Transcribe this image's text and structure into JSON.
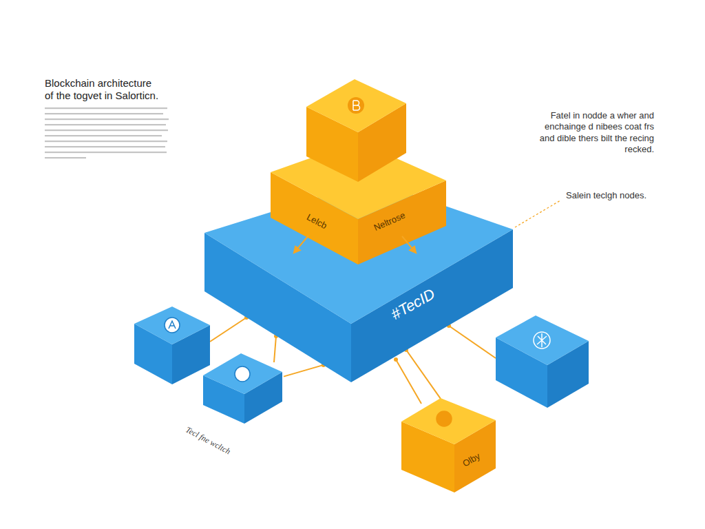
{
  "diagram": {
    "title": "Blockchain architecture of the togvet in Salorticn.",
    "nodes": [
      {
        "text": [
          "Lelcb",
          "Neltrose"
        ]
      },
      {
        "text": [
          "#TecID"
        ]
      },
      {
        "text": [
          "Tecl fne wcltch"
        ]
      },
      {
        "text": [
          "Olby"
        ]
      }
    ],
    "edges": [
      {
        "from": 2,
        "to": 1,
        "arrow": "none"
      },
      {
        "from": 3,
        "to": 1,
        "arrow": "none"
      }
    ],
    "labels": [
      "Fatel in nodde a wher and enchainge d nibees coat frs and dible thers bilt the recing recked.",
      "Salein teclgh nodes."
    ]
  }
}
